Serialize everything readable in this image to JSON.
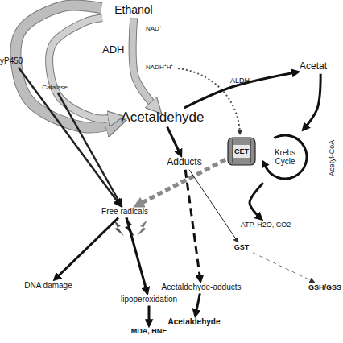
{
  "diagram": {
    "nodes": [
      {
        "text": [
          "Ethanol"
        ]
      },
      {
        "text": [
          "yP450"
        ]
      },
      {
        "text": [
          "Catalase"
        ]
      },
      {
        "text": [
          "Acetaldehyde"
        ]
      },
      {
        "text": [
          "Acetat"
        ]
      },
      {
        "text": [
          "Adducts"
        ]
      },
      {
        "text": [
          "CET"
        ]
      },
      {
        "text": [
          "Krebs Cycle"
        ]
      },
      {
        "text": [
          "Free radicals"
        ]
      },
      {
        "text": [
          "ATP, H2O, CO2"
        ]
      },
      {
        "text": [
          "GST"
        ]
      },
      {
        "text": [
          "GSH/GSS"
        ]
      },
      {
        "text": [
          "DNA damage"
        ]
      },
      {
        "text": [
          "lipoperoxidation"
        ]
      },
      {
        "text": [
          "MDA, HNE"
        ]
      },
      {
        "text": [
          "Acetaldehyde-adducts"
        ]
      },
      {
        "text": [
          "Acetaldehyde"
        ]
      }
    ],
    "edges": [
      {
        "from": 0,
        "to": 3,
        "arrow": "to"
      },
      {
        "from": 0,
        "to": 3,
        "arrow": "to"
      },
      {
        "from": 0,
        "to": 3,
        "label": "ADH",
        "arrow": "to"
      },
      {
        "from": 3,
        "to": 4,
        "label": "ALDH",
        "arrow": "to"
      },
      {
        "from": 4,
        "to": 7,
        "label": "Acetyl-CoA",
        "arrow": "to"
      },
      {
        "from": 3,
        "to": 5,
        "arrow": "to"
      },
      {
        "from": 1,
        "to": 8,
        "arrow": "to"
      },
      {
        "from": 2,
        "to": 8,
        "arrow": "to"
      },
      {
        "from": 6,
        "to": 8,
        "arrow": "to"
      },
      {
        "from": 7,
        "to": 9,
        "arrow": "to"
      },
      {
        "from": 5,
        "to": 15,
        "arrow": "to"
      },
      {
        "from": 5,
        "to": 10,
        "arrow": "to"
      },
      {
        "from": 10,
        "to": 11,
        "arrow": "to"
      },
      {
        "from": 8,
        "to": 12,
        "arrow": "to"
      },
      {
        "from": 8,
        "to": 13,
        "arrow": "to"
      },
      {
        "from": 13,
        "to": 14,
        "arrow": "to"
      },
      {
        "from": 15,
        "to": 16,
        "arrow": "to"
      }
    ],
    "labels": [
      "NAD⁺",
      "NADH⁺H⁺"
    ]
  }
}
